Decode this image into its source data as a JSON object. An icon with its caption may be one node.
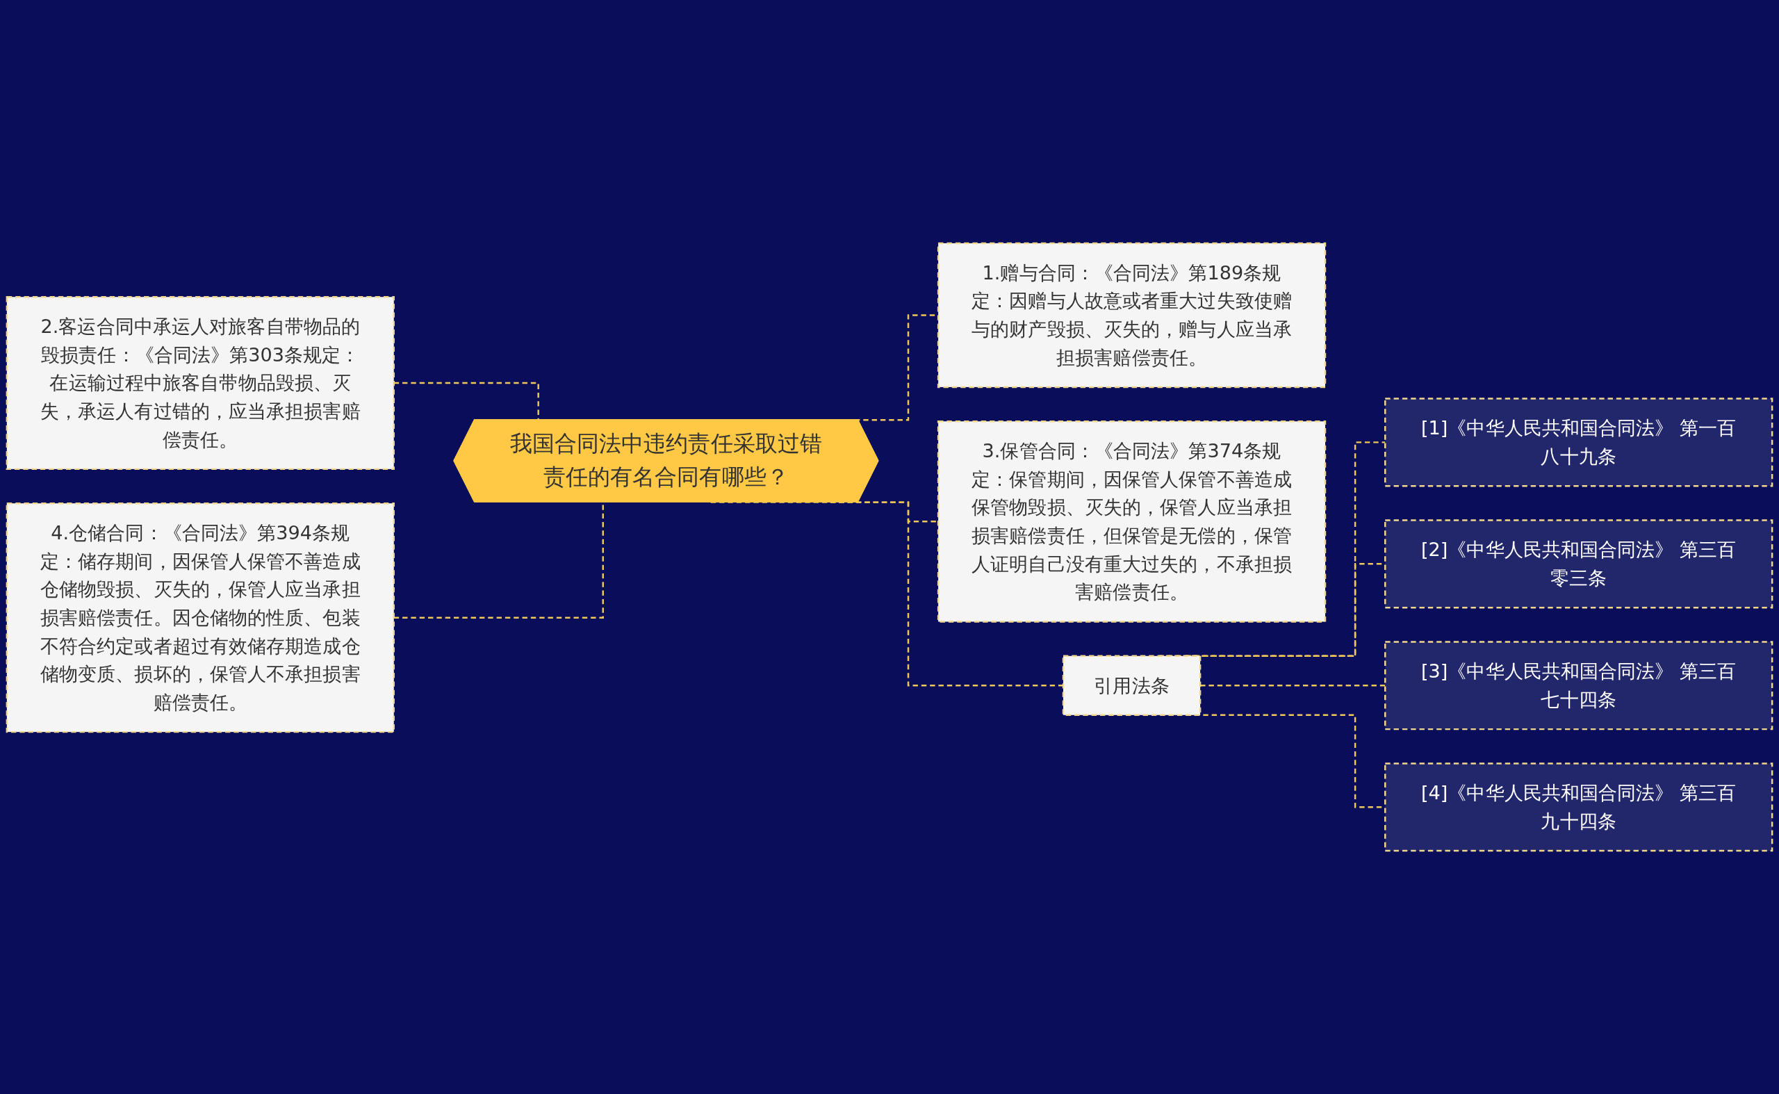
{
  "diagram": {
    "nodes": [
      {
        "text": [
          "我国合同法中违约责任采取过错责任的有名合同有哪些？"
        ]
      },
      {
        "text": [
          "1.赠与合同：《合同法》第189条规定：因赠与人故意或者重大过失致使赠与的财产毁损、灭失的，赠与人应当承担损害赔偿责任。"
        ]
      },
      {
        "text": [
          "2.客运合同中承运人对旅客自带物品的毁损责任：《合同法》第303条规定：在运输过程中旅客自带物品毁损、灭失，承运人有过错的，应当承担损害赔偿责任。"
        ]
      },
      {
        "text": [
          "3.保管合同：《合同法》第374条规定：保管期间，因保管人保管不善造成保管物毁损、灭失的，保管人应当承担损害赔偿责任，但保管是无偿的，保管人证明自己没有重大过失的，不承担损害赔偿责任。"
        ]
      },
      {
        "text": [
          "4.仓储合同：《合同法》第394条规定：储存期间，因保管人保管不善造成仓储物毁损、灭失的，保管人应当承担损害赔偿责任。因仓储物的性质、包装不符合约定或者超过有效储存期造成仓储物变质、损坏的，保管人不承担损害赔偿责任。"
        ]
      },
      {
        "text": [
          "引用法条"
        ]
      },
      {
        "text": [
          "[1]《中华人民共和国合同法》 第一百八十九条"
        ]
      },
      {
        "text": [
          "[2]《中华人民共和国合同法》 第三百零三条"
        ]
      },
      {
        "text": [
          "[3]《中华人民共和国合同法》 第三百七十四条"
        ]
      },
      {
        "text": [
          "[4]《中华人民共和国合同法》 第三百九十四条"
        ]
      }
    ],
    "edges": [
      {
        "from": 0,
        "to": 1,
        "arrow": "none",
        "style": "dashed"
      },
      {
        "from": 2,
        "to": 0,
        "arrow": "none",
        "style": "dashed"
      },
      {
        "from": 0,
        "to": 3,
        "arrow": "none",
        "style": "dashed"
      },
      {
        "from": 4,
        "to": 0,
        "arrow": "none",
        "style": "dashed"
      },
      {
        "from": 0,
        "to": 5,
        "arrow": "none",
        "style": "dashed"
      },
      {
        "from": 5,
        "to": 6,
        "arrow": "none",
        "style": "dashed"
      },
      {
        "from": 5,
        "to": 7,
        "arrow": "none",
        "style": "dashed"
      },
      {
        "from": 5,
        "to": 8,
        "arrow": "none",
        "style": "dashed"
      },
      {
        "from": 5,
        "to": 9,
        "arrow": "none",
        "style": "dashed"
      }
    ]
  }
}
